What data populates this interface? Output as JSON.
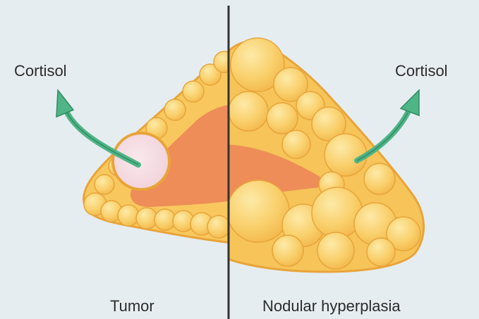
{
  "labels": {
    "left_hormone": "Cortisol",
    "right_hormone": "Cortisol",
    "left_caption": "Tumor",
    "right_caption": "Nodular hyperplasia"
  },
  "colors": {
    "background": "#e6edf0",
    "cortex": "#f8c85e",
    "cortex_outline": "#e8a43a",
    "medulla": "#ee8d58",
    "tumor": "#f6dde2",
    "arrow": "#4fb486",
    "divider": "#333333"
  }
}
